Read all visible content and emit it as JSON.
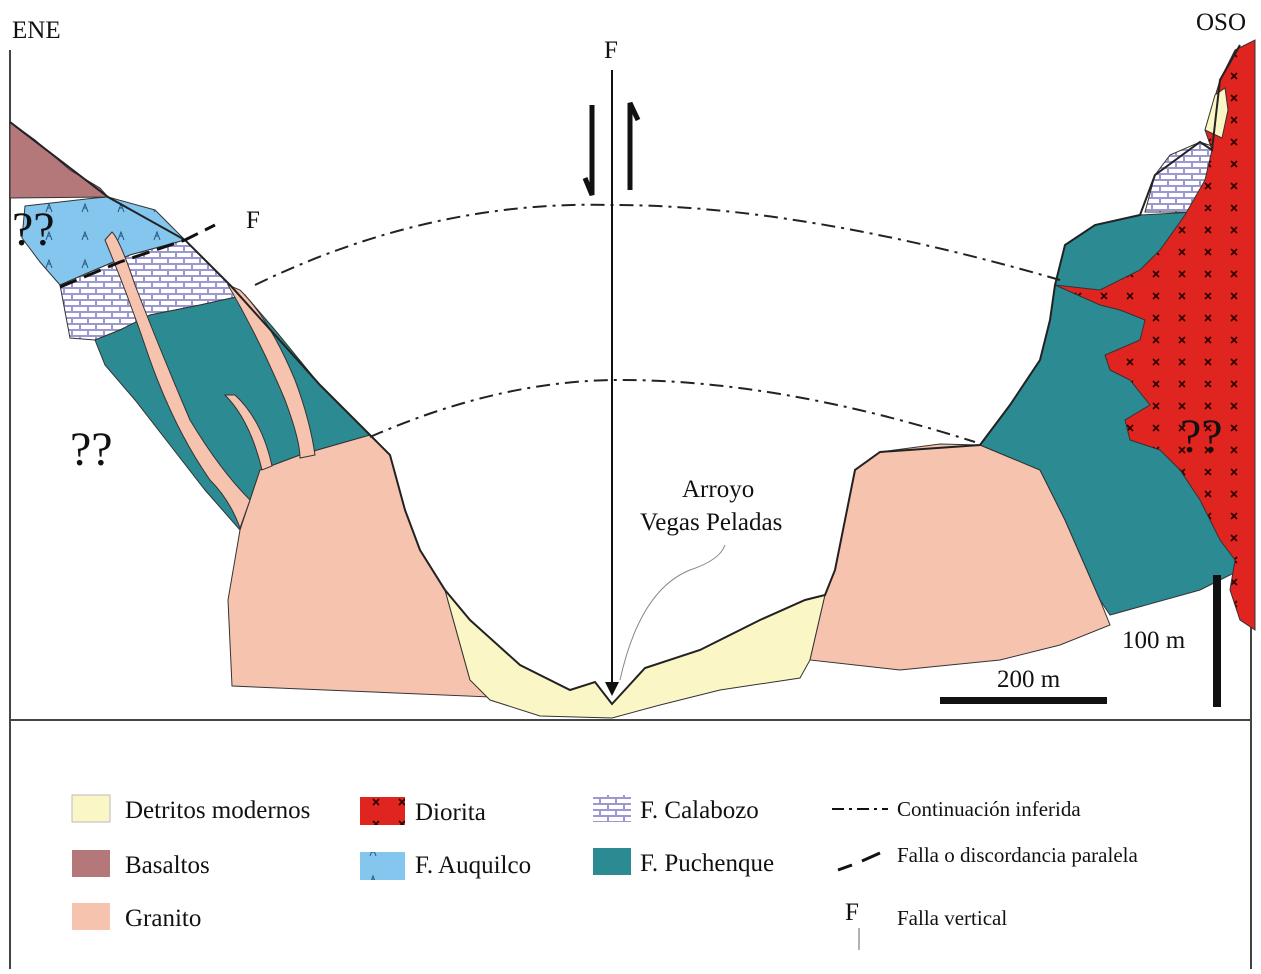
{
  "labels": {
    "ene": "ENE",
    "oso": "OSO",
    "fault_top": "F",
    "fault_left": "F",
    "q_left_top": "??",
    "q_left_mid": "??",
    "q_right": "??",
    "stream_line1": "Arroyo",
    "stream_line2": "Vegas Peladas",
    "scale_h": "200 m",
    "scale_v": "100 m"
  },
  "legend": {
    "detritos": "Detritos modernos",
    "basaltos": "Basaltos",
    "granito": "Granito",
    "diorita": "Diorita",
    "auquilco": "F. Auquilco",
    "calabozo": "F. Calabozo",
    "puchenque": "F. Puchenque",
    "continuacion": "Continuación inferida",
    "falla_paralela": "Falla o discordancia paralela",
    "falla_vertical_symbol": "F",
    "falla_vertical": "Falla vertical"
  },
  "colors": {
    "detritos": "#fbf6c6",
    "basaltos": "#b5787a",
    "granito": "#f6c3af",
    "diorita": "#e0241f",
    "auquilco": "#84c6ee",
    "calabozo": "#9b97cf",
    "puchenque": "#2c8a92"
  }
}
